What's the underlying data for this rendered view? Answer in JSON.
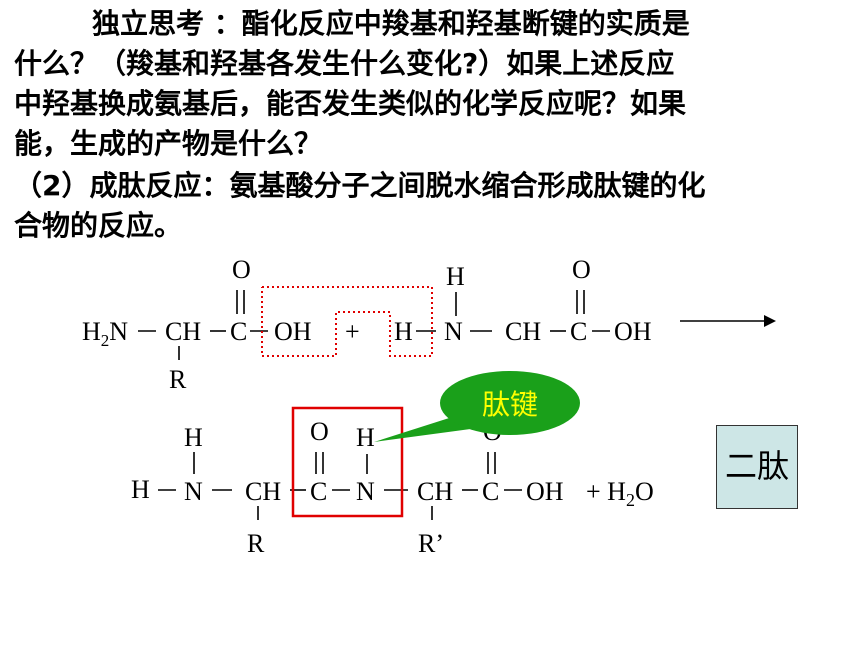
{
  "question": {
    "lines": [
      "独立思考 ：酯化反应中羧基和羟基断键的实质是",
      "什么？（羧基和羟基各发生什么变化?）如果上述反应",
      "中羟基换成氨基后，能否发生类似的化学反应呢？如果",
      "能，生成的产物是什么？"
    ]
  },
  "definition": {
    "lines": [
      "（2）成肽反应：氨基酸分子之间脱水缩合形成肽键的化",
      "合物的反应。"
    ]
  },
  "reactant1": {
    "h2n_h": "H",
    "h2n_sub": "2",
    "h2n_n": "N",
    "ch": "CH",
    "c": "C",
    "o_top": "O",
    "oh": "OH",
    "r": "R"
  },
  "reactant2": {
    "plus": "+",
    "h_left": "H",
    "n": "N",
    "h_top": "H",
    "ch": "CH",
    "c": "C",
    "o_top": "O",
    "oh": "OH"
  },
  "product": {
    "h_left": "H",
    "n1": "N",
    "h_top1": "H",
    "ch1": "CH",
    "r1": "R",
    "c1": "C",
    "o1": "O",
    "n2": "N",
    "h2": "H",
    "ch2": "CH",
    "r2": "R’",
    "c2": "C",
    "o2": "O",
    "oh": "OH",
    "plus_water": "+ H",
    "water_sub": "2",
    "water_o": "O"
  },
  "callout": {
    "label": "肽键",
    "bg": "#1aa01a",
    "text_color": "#ffff00"
  },
  "box_dimer": {
    "label": "二肽",
    "bg": "#cde6e6"
  },
  "colors": {
    "red_box": "#e00000",
    "red_dotted": "#e00000"
  }
}
